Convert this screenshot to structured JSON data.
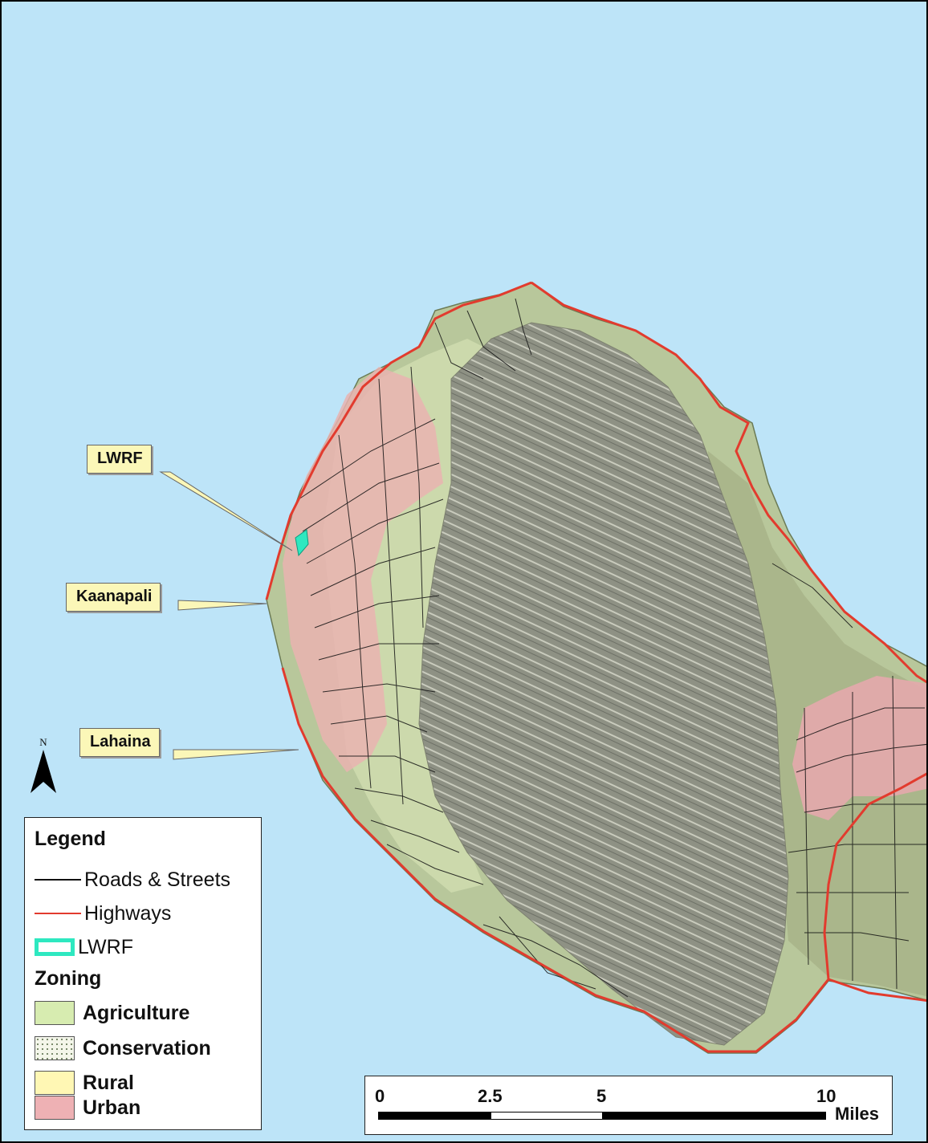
{
  "map": {
    "colors": {
      "ocean": "#bde4f8",
      "agriculture": "#d7ecb0",
      "conservation": "#9b9d8c",
      "rural": "#fff7b4",
      "urban": "#eeb1b4",
      "highways": "#e23b2e",
      "roads": "#111111",
      "lwrf": "#2ee8c0"
    },
    "callouts": {
      "lwrf": "LWRF",
      "kaanapali": "Kaanapali",
      "lahaina": "Lahaina"
    },
    "north_arrow": {
      "letter": "N",
      "icon": "north-arrow-icon"
    }
  },
  "legend": {
    "title": "Legend",
    "roads_label": "Roads & Streets",
    "highways_label": "Highways",
    "lwrf_label": "LWRF",
    "zoning_heading": "Zoning",
    "zones": [
      {
        "label": "Agriculture",
        "color": "#d7ecb0"
      },
      {
        "label": "Conservation",
        "color": "#f4f6ea"
      },
      {
        "label": "Rural",
        "color": "#fff7b4"
      },
      {
        "label": "Urban",
        "color": "#eeb1b4"
      }
    ]
  },
  "scale_bar": {
    "ticks": [
      "0",
      "2.5",
      "5",
      "10"
    ],
    "units": "Miles"
  }
}
